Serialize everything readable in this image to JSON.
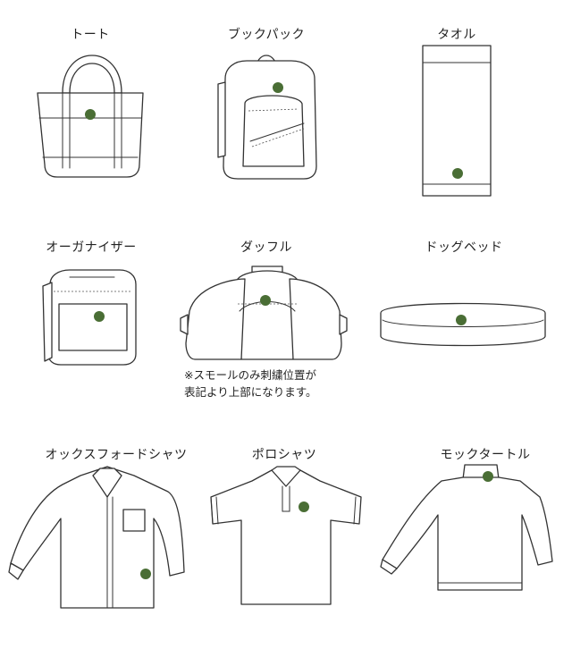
{
  "dot_color": "#4a6e35",
  "items": {
    "tote": "トート",
    "backpack": "ブックパック",
    "towel": "タオル",
    "organizer": "オーガナイザー",
    "duffle": "ダッフル",
    "dog_bed": "ドッグベッド",
    "oxford_shirt": "オックスフォードシャツ",
    "polo_shirt": "ポロシャツ",
    "mock_turtle": "モックタートル"
  },
  "note": {
    "line1": "※スモールのみ刺繍位置が",
    "line2": "表記より上部になります。"
  }
}
